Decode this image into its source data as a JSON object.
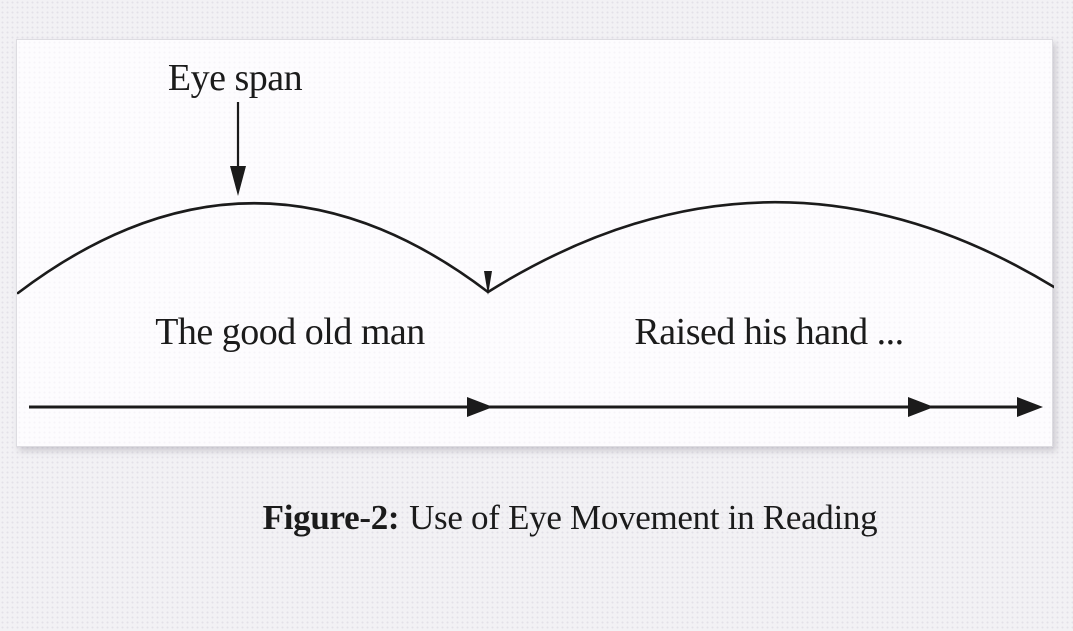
{
  "colors": {
    "page-bg": "#f2f1f4",
    "panel-bg": "#fdfcfe",
    "panel-border": "#dddce1",
    "ink": "#1b1b1b"
  },
  "figure": {
    "eye_span": {
      "label": "Eye span"
    },
    "fixations": [
      {
        "text": "The good old man"
      },
      {
        "text": "Raised his hand ..."
      }
    ],
    "caption": {
      "label": "Figure-2:",
      "text": "Use of Eye Movement in Reading"
    }
  }
}
